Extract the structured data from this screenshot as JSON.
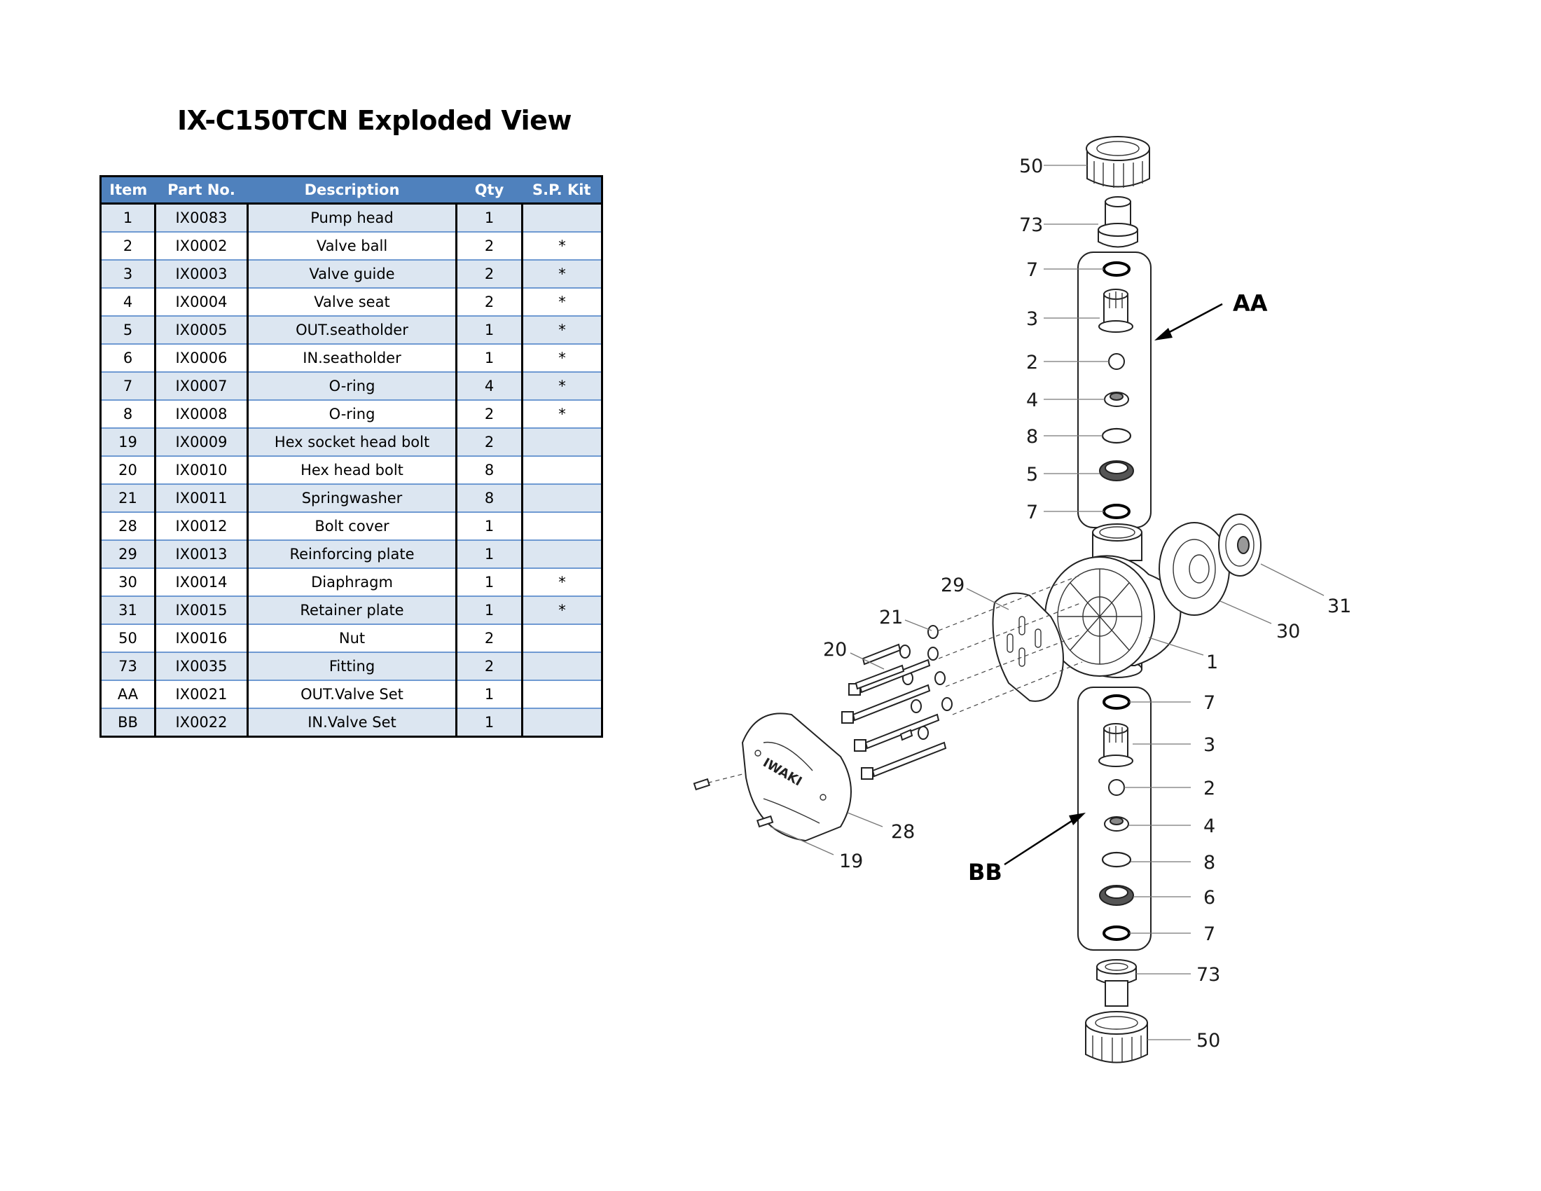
{
  "title": "IX-C150TCN Exploded View",
  "table": {
    "headers": [
      "Item",
      "Part No.",
      "Description",
      "Qty",
      "S.P. Kit"
    ],
    "rows": [
      {
        "item": "1",
        "part_no": "IX0083",
        "description": "Pump head",
        "qty": "1",
        "sp_kit": ""
      },
      {
        "item": "2",
        "part_no": "IX0002",
        "description": "Valve ball",
        "qty": "2",
        "sp_kit": "*"
      },
      {
        "item": "3",
        "part_no": "IX0003",
        "description": "Valve guide",
        "qty": "2",
        "sp_kit": "*"
      },
      {
        "item": "4",
        "part_no": "IX0004",
        "description": "Valve seat",
        "qty": "2",
        "sp_kit": "*"
      },
      {
        "item": "5",
        "part_no": "IX0005",
        "description": "OUT.seatholder",
        "qty": "1",
        "sp_kit": "*"
      },
      {
        "item": "6",
        "part_no": "IX0006",
        "description": "IN.seatholder",
        "qty": "1",
        "sp_kit": "*"
      },
      {
        "item": "7",
        "part_no": "IX0007",
        "description": "O-ring",
        "qty": "4",
        "sp_kit": "*"
      },
      {
        "item": "8",
        "part_no": "IX0008",
        "description": "O-ring",
        "qty": "2",
        "sp_kit": "*"
      },
      {
        "item": "19",
        "part_no": "IX0009",
        "description": "Hex socket head bolt",
        "qty": "2",
        "sp_kit": ""
      },
      {
        "item": "20",
        "part_no": "IX0010",
        "description": "Hex head bolt",
        "qty": "8",
        "sp_kit": ""
      },
      {
        "item": "21",
        "part_no": "IX0011",
        "description": "Springwasher",
        "qty": "8",
        "sp_kit": ""
      },
      {
        "item": "28",
        "part_no": "IX0012",
        "description": "Bolt cover",
        "qty": "1",
        "sp_kit": ""
      },
      {
        "item": "29",
        "part_no": "IX0013",
        "description": "Reinforcing plate",
        "qty": "1",
        "sp_kit": ""
      },
      {
        "item": "30",
        "part_no": "IX0014",
        "description": "Diaphragm",
        "qty": "1",
        "sp_kit": "*"
      },
      {
        "item": "31",
        "part_no": "IX0015",
        "description": "Retainer plate",
        "qty": "1",
        "sp_kit": "*"
      },
      {
        "item": "50",
        "part_no": "IX0016",
        "description": "Nut",
        "qty": "2",
        "sp_kit": ""
      },
      {
        "item": "73",
        "part_no": "IX0035",
        "description": "Fitting",
        "qty": "2",
        "sp_kit": ""
      },
      {
        "item": "AA",
        "part_no": "IX0021",
        "description": "OUT.Valve Set",
        "qty": "1",
        "sp_kit": ""
      },
      {
        "item": "BB",
        "part_no": "IX0022",
        "description": "IN.Valve Set",
        "qty": "1",
        "sp_kit": ""
      }
    ]
  },
  "diagram": {
    "callouts": {
      "top_nut": "50",
      "top_fitting": "73",
      "top_oring_a": "7",
      "top_guide": "3",
      "top_ball": "2",
      "top_seat": "4",
      "top_oring_b": "8",
      "top_seatholder": "5",
      "top_oring_c": "7",
      "bot_oring_a": "7",
      "bot_guide": "3",
      "bot_ball": "2",
      "bot_seat": "4",
      "bot_oring_b": "8",
      "bot_seatholder": "6",
      "bot_oring_c": "7",
      "bot_fitting": "73",
      "bot_nut": "50",
      "pump_head": "1",
      "diaphragm": "30",
      "retainer": "31",
      "plate": "29",
      "washer": "21",
      "bolt": "20",
      "cover": "28",
      "socket_bolt": "19"
    },
    "set_labels": {
      "out_set": "AA",
      "in_set": "BB"
    },
    "cover_logo": "IWAKI"
  }
}
